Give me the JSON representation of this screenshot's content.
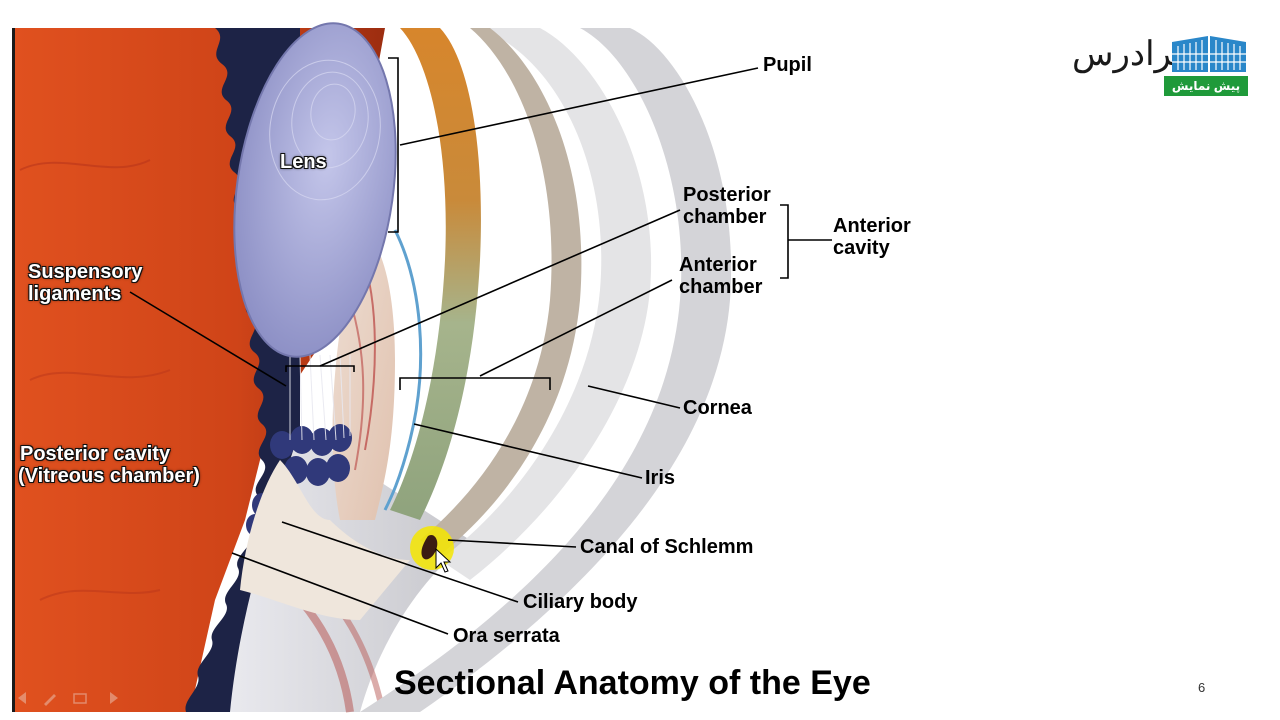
{
  "slide": {
    "title": "Sectional Anatomy of the Eye",
    "page_number": "6"
  },
  "labels": {
    "lens": "Lens",
    "pupil": "Pupil",
    "posterior_chamber_1": "Posterior",
    "posterior_chamber_2": "chamber",
    "anterior_chamber_1": "Anterior",
    "anterior_chamber_2": "chamber",
    "anterior_cavity_1": "Anterior",
    "anterior_cavity_2": "cavity",
    "suspensory_1": "Suspensory",
    "suspensory_2": "ligaments",
    "posterior_cavity_1": "Posterior cavity",
    "posterior_cavity_2": "(Vitreous chamber)",
    "cornea": "Cornea",
    "iris": "Iris",
    "canal": "Canal of Schlemm",
    "ciliary": "Ciliary body",
    "ora": "Ora serrata"
  },
  "logo": {
    "text": "فرادرس",
    "badge": "پیش نمایش"
  },
  "colors": {
    "vitreous": "#d2451c",
    "lens": "#a9acd8",
    "logo_green": "#1f9a3a",
    "logo_blue": "#2a87c9",
    "pointer_highlight": "#f5e600"
  }
}
